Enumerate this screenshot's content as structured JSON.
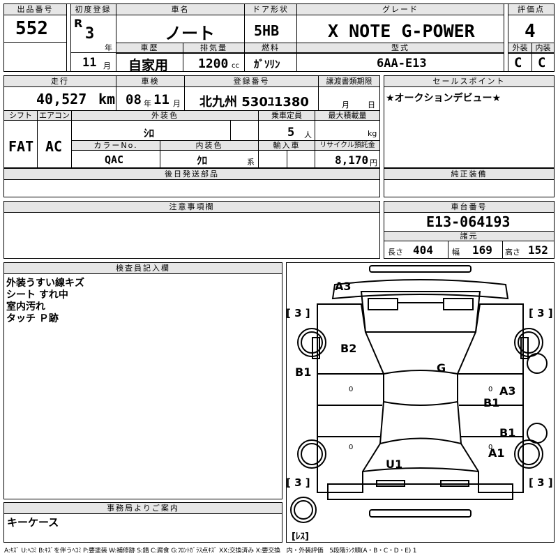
{
  "lot": {
    "label": "出品番号",
    "value": "552"
  },
  "first_reg": {
    "label": "初度登録",
    "era": "R",
    "year": "3",
    "year_unit": "年",
    "month": "11",
    "month_unit": "月"
  },
  "car_name": {
    "label": "車名",
    "value": "ノート"
  },
  "door": {
    "label": "ドア形状",
    "value": "5HB"
  },
  "grade": {
    "label": "グレード",
    "value": "X NOTE G-POWER"
  },
  "score": {
    "label": "評価点",
    "value": "4"
  },
  "history": {
    "label": "車歴",
    "value": "自家用"
  },
  "displacement": {
    "label": "排気量",
    "value": "1200",
    "unit": "cc"
  },
  "fuel": {
    "label": "燃料",
    "value": "ｶﾞｿﾘﾝ"
  },
  "model": {
    "label": "型式",
    "value": "6AA-E13"
  },
  "exterior_grade": {
    "label": "外装",
    "value": "C"
  },
  "interior_grade": {
    "label": "内装",
    "value": "C"
  },
  "mileage": {
    "label": "走行",
    "value": "40,527",
    "unit": "km"
  },
  "inspection": {
    "label": "車検",
    "year": "08",
    "year_unit": "年",
    "month": "11",
    "month_unit": "月"
  },
  "plate": {
    "label": "登録番号",
    "value": "北九州 530ﾕ1380"
  },
  "transfer": {
    "label": "譲渡書類期限",
    "month_unit": "月",
    "day_unit": "日"
  },
  "sales_point": {
    "label": "セールスポイント",
    "value": "★オークションデビュー★"
  },
  "shift": {
    "label": "シフト",
    "value": "FAT"
  },
  "ac": {
    "label": "エアコン",
    "value": "AC"
  },
  "ext_color": {
    "label": "外装色",
    "value": "ｼﾛ"
  },
  "capacity": {
    "label": "乗車定員",
    "value": "5",
    "unit": "人"
  },
  "max_load": {
    "label": "最大積載量",
    "unit": "kg"
  },
  "color_no": {
    "label": "カラーNo.",
    "value": "QAC"
  },
  "int_color": {
    "label": "内装色",
    "value": "ｸﾛ",
    "unit": "系"
  },
  "import": {
    "label": "輸入車"
  },
  "recycle": {
    "label": "リサイクル預託金",
    "value": "8,170",
    "unit": "円"
  },
  "later_parts": {
    "label": "後日発送部品"
  },
  "genuine": {
    "label": "純正装備"
  },
  "notes": {
    "label": "注意事項欄"
  },
  "chassis": {
    "label": "車台番号",
    "value": "E13-064193"
  },
  "specs": {
    "label": "諸元",
    "len_label": "長さ",
    "len": "404",
    "wid_label": "幅",
    "wid": "169",
    "hei_label": "高さ",
    "hei": "152"
  },
  "inspector": {
    "label": "検査員記入欄",
    "lines": [
      "外装うすい線キズ",
      "シート すれ中",
      "室内汚れ",
      "タッチ Ｐ跡"
    ]
  },
  "office": {
    "label": "事務局よりご案内",
    "value": "キーケース"
  },
  "diagram": {
    "tire_fl": "[ 3 ]",
    "tire_fr": "[ 3 ]",
    "tire_rl": "[ 3 ]",
    "tire_rr": "[ 3 ]",
    "spare": "[ﾚｽ]",
    "marks": {
      "a3_top": "A3",
      "b2": "B2",
      "b1_left": "B1",
      "g": "G",
      "a3_right": "A3",
      "b1_right1": "B1",
      "b1_right2": "B1",
      "a1": "A1",
      "u1": "U1"
    }
  },
  "legend": "A:ｷｽﾞ U:ﾍｺﾐ B:ｷｽﾞを伴うﾍｺﾐ P:要塗装 W:補修跡 S:錆 C:腐食 G:ﾌﾛﾝﾄｶﾞﾗｽ点ｷｽﾞ XX:交換済み X:要交換　内・外装評価　5段階ﾗﾝｸ順(A・B・C・D・E) 1"
}
